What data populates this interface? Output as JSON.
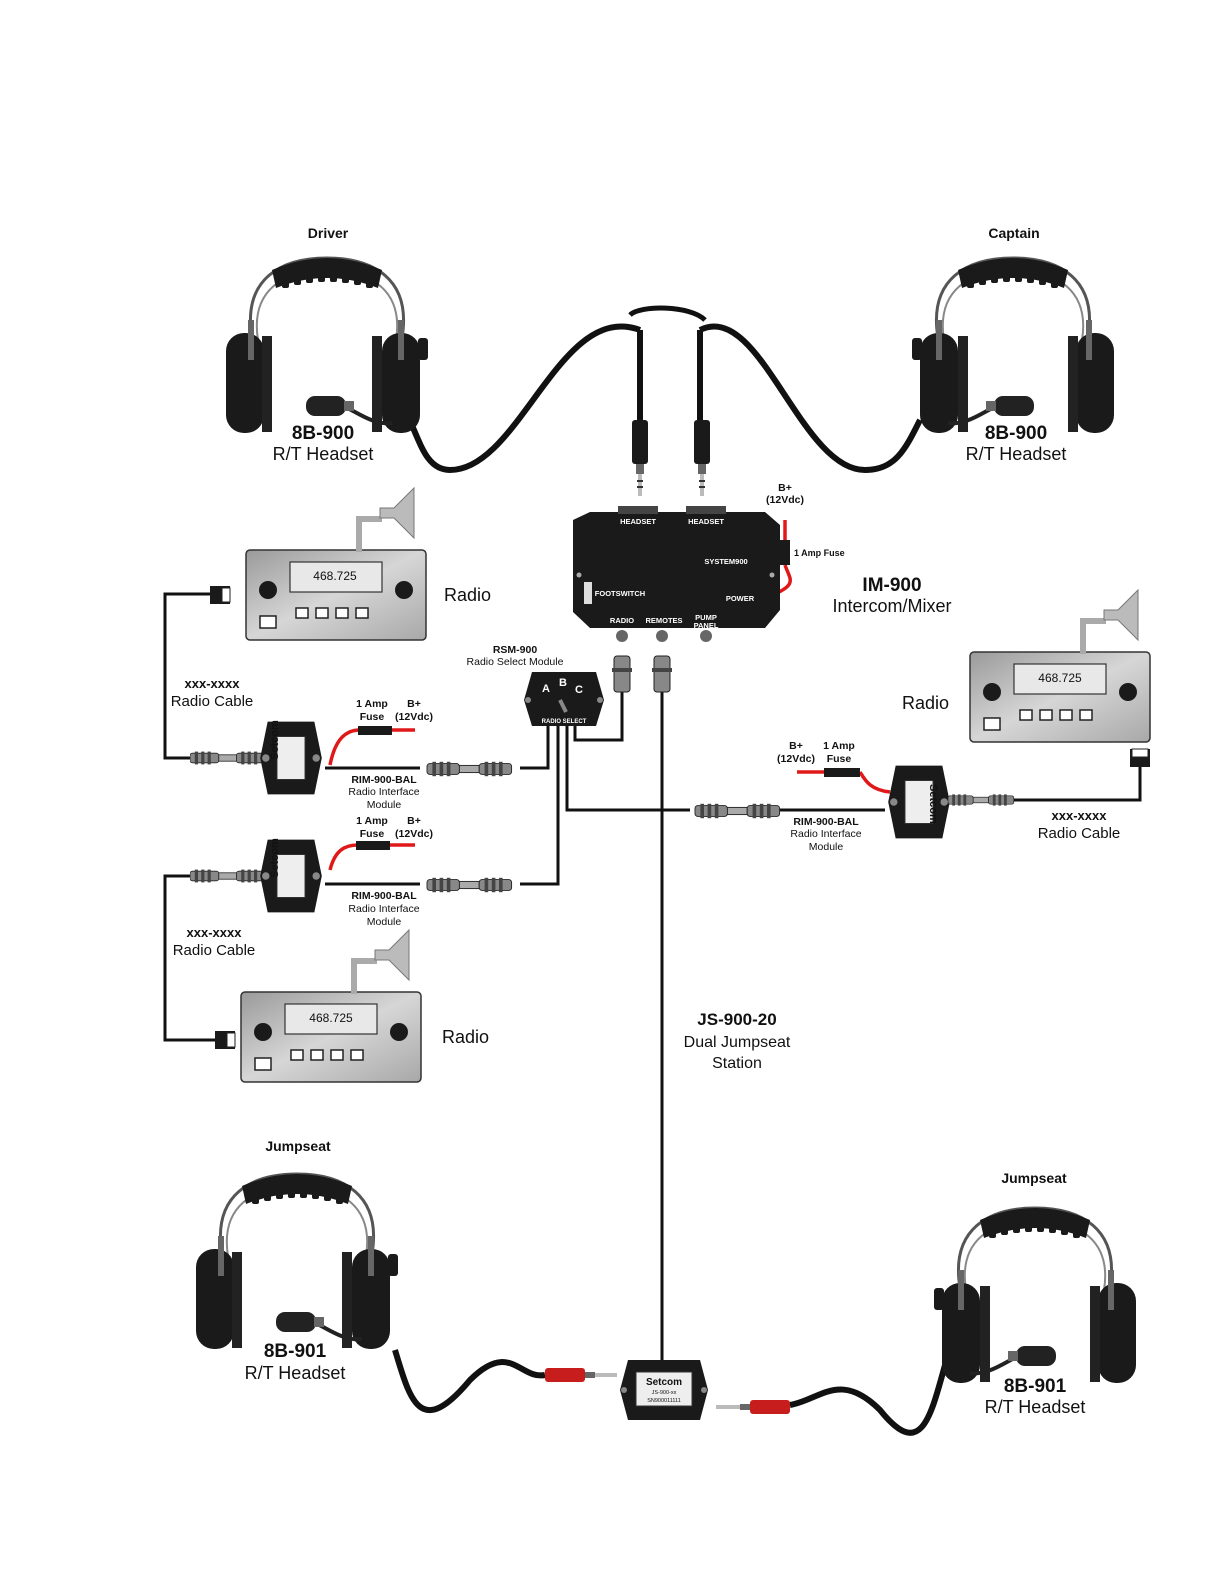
{
  "colors": {
    "cable": "#111111",
    "power_wire": "#e01818",
    "module_body": "#1a1a1a",
    "radio_face": "#c4c4c4",
    "display": "#e6e6e6"
  },
  "headsets": {
    "driver": {
      "role": "Driver",
      "model": "8B-900",
      "desc": "R/T Headset"
    },
    "captain": {
      "role": "Captain",
      "model": "8B-900",
      "desc": "R/T Headset"
    },
    "jumpseat_left": {
      "role": "Jumpseat",
      "model": "8B-901",
      "desc": "R/T Headset"
    },
    "jumpseat_right": {
      "role": "Jumpseat",
      "model": "8B-901",
      "desc": "R/T Headset"
    }
  },
  "mixer": {
    "model": "IM-900",
    "desc": "Intercom/Mixer",
    "name_plate": "SYSTEM900",
    "ports": {
      "headset_1": "HEADSET",
      "headset_2": "HEADSET",
      "footswitch": "FOOTSWITCH",
      "radio": "RADIO",
      "remotes": "REMOTES",
      "pump_1": "PUMP",
      "pump_2": "PANEL",
      "power": "POWER"
    },
    "bplus": "B+",
    "volt": "(12Vdc)",
    "fuse": "1 Amp Fuse"
  },
  "rsm": {
    "model": "RSM-900",
    "desc": "Radio Select Module",
    "pos_a": "A",
    "pos_b": "B",
    "pos_c": "C",
    "plate": "RADIO SELECT"
  },
  "radios": {
    "freq": "468.725",
    "label": "Radio"
  },
  "rim": {
    "model": "RIM-900-BAL",
    "desc_1": "Radio Interface",
    "desc_2": "Module",
    "brand": "Setcom",
    "fuse_1": "1 Amp",
    "fuse_2": "Fuse",
    "bplus": "B+",
    "volt": "(12Vdc)"
  },
  "radio_cable": {
    "part": "xxx-xxxx",
    "desc": "Radio Cable"
  },
  "jumpseat_station": {
    "model": "JS-900-20",
    "desc_1": "Dual Jumpseat",
    "desc_2": "Station",
    "brand": "Setcom",
    "plate_1": "JS-900-xx",
    "plate_2": "SN900011111"
  }
}
